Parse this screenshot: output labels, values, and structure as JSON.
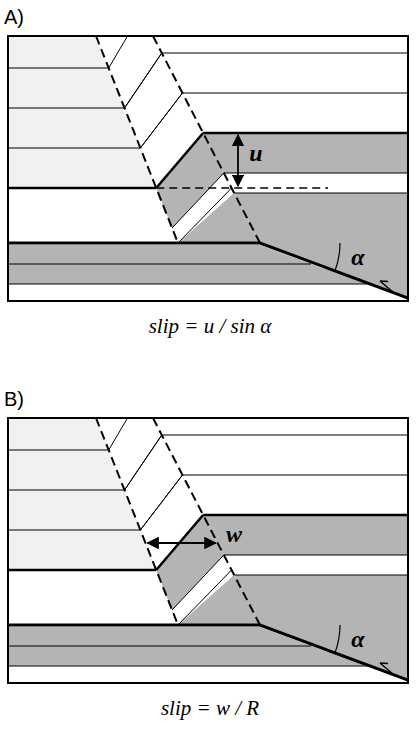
{
  "diagram": {
    "labels": [
      "A)",
      "u",
      "α",
      "slip = u / sin α",
      "B)",
      "w",
      "α",
      "slip = w / R"
    ]
  }
}
